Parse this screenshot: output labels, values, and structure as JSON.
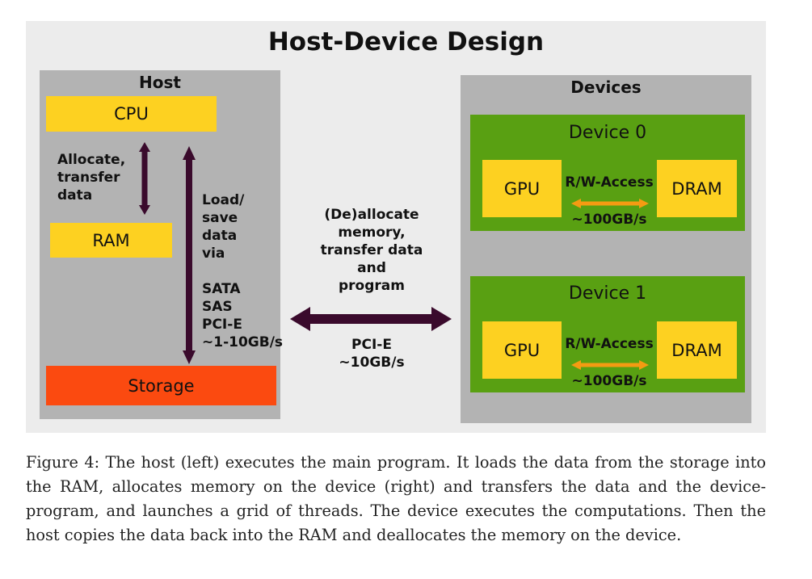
{
  "title": "Host-Device Design",
  "host": {
    "heading": "Host",
    "cpu": "CPU",
    "ram": "RAM",
    "storage": "Storage",
    "alloc_label": [
      "Allocate,",
      "transfer",
      "data"
    ],
    "load_label": [
      "Load/",
      "save",
      "data",
      "via",
      "",
      "SATA",
      "SAS",
      "PCI-E",
      "~1-10GB/s"
    ]
  },
  "link": {
    "top_label": [
      "(De)allocate",
      "memory,",
      "transfer data",
      "and",
      "program"
    ],
    "bottom_label": [
      "PCI-E",
      "~10GB/s"
    ]
  },
  "devices": {
    "heading": "Devices",
    "items": [
      {
        "name": "Device 0",
        "gpu": "GPU",
        "dram": "DRAM",
        "access": "R/W-Access",
        "speed": "~100GB/s"
      },
      {
        "name": "Device 1",
        "gpu": "GPU",
        "dram": "DRAM",
        "access": "R/W-Access",
        "speed": "~100GB/s"
      }
    ]
  },
  "caption": "Figure 4: The host (left) executes the main program. It loads the data from the storage into the RAM, allocates memory on the device (right) and transfers the data and the device-program, and launches a grid of threads. The device executes the computations. Then the host copies the data back into the RAM and deallocates the memory on the device.",
  "colors": {
    "panel": "#ececec",
    "box": "#b3b3b3",
    "yellow": "#fdd121",
    "storage": "#fb4a10",
    "device": "#59a012",
    "arrow_dark": "#3a0a2c",
    "arrow_orange": "#f59b12"
  }
}
